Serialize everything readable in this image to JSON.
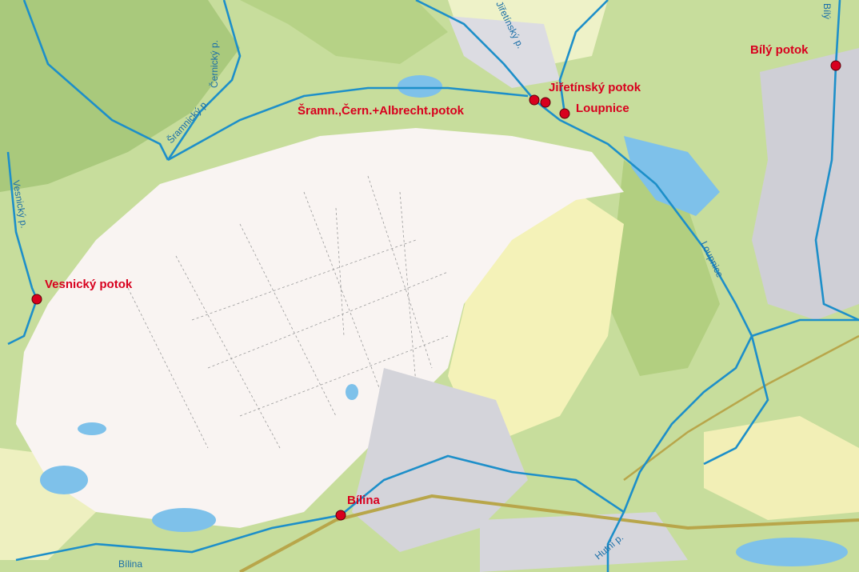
{
  "colors": {
    "forest": "#c7dd9c",
    "forest_dark": "#a9c97c",
    "meadow": "#f4f2b8",
    "mine": "#f9f4f2",
    "urban": "#cfcfd6",
    "river": "#1d8fc9",
    "lake": "#7ec1ea",
    "marker": "#d8001e",
    "road": "#b8a64a",
    "river_label": "#1b6fa8"
  },
  "markers": [
    {
      "id": "vesnicky",
      "label": "Vesnický potok"
    },
    {
      "id": "sramn",
      "label": "Šramn.,Čern.+Albrecht.potok"
    },
    {
      "id": "jiretinsky",
      "label": "Jiřetínský potok"
    },
    {
      "id": "loupnice",
      "label": "Loupnice"
    },
    {
      "id": "bily",
      "label": "Bílý potok"
    },
    {
      "id": "bilina",
      "label": "Bílina"
    }
  ],
  "river_labels": [
    {
      "id": "cernicky",
      "label": "Černický p."
    },
    {
      "id": "sramnicky",
      "label": "Šramnický p."
    },
    {
      "id": "vesnicky-p",
      "label": "Vesnický p."
    },
    {
      "id": "jiretinsky-p",
      "label": "Jiřetínský p."
    },
    {
      "id": "loupnice-r",
      "label": "Loupnice"
    },
    {
      "id": "bily-p",
      "label": "Bílý"
    },
    {
      "id": "hutni",
      "label": "Hutní p."
    },
    {
      "id": "bilina-r",
      "label": "Bílina"
    }
  ]
}
